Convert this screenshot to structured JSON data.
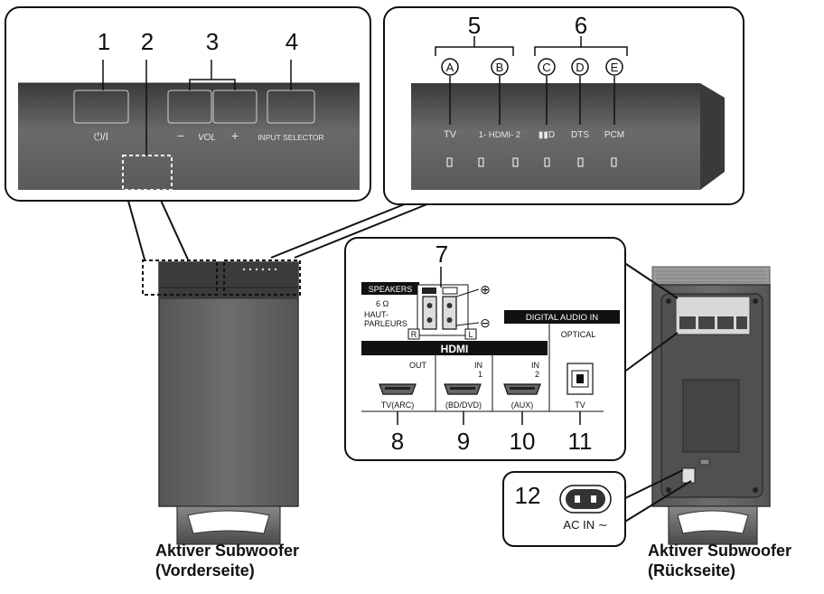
{
  "front_callouts": {
    "n1": "1",
    "n2": "2",
    "n3": "3",
    "n4": "4",
    "power_symbol": "⏻/I",
    "vol_minus": "−",
    "vol_label": "VOL",
    "vol_plus": "+",
    "input_selector": "INPUT SELECTOR"
  },
  "indicator_callouts": {
    "n5": "5",
    "n6": "6",
    "a": "A",
    "b": "B",
    "c": "C",
    "d": "D",
    "e": "E",
    "tv": "TV",
    "hdmi": "1- HDMI- 2",
    "dolby": "▮▮D",
    "dts": "DTS",
    "pcm": "PCM"
  },
  "rear_callouts": {
    "n7": "7",
    "n8": "8",
    "n9": "9",
    "n10": "10",
    "n11": "11",
    "n12": "12",
    "speakers": "SPEAKERS",
    "ohm": "6 Ω",
    "haut": "HAUT-",
    "parleurs": "PARLEURS",
    "r": "R",
    "l": "L",
    "plus_sym": "⊕",
    "minus_sym": "⊖",
    "digital_audio_in": "DIGITAL AUDIO IN",
    "optical": "OPTICAL",
    "hdmi_logo": "HDMI",
    "out": "OUT",
    "in": "IN",
    "in1": "1",
    "in2": "2",
    "tv_arc": "TV(ARC)",
    "bd_dvd": "(BD/DVD)",
    "aux": "(AUX)",
    "tv": "TV",
    "ac_in": "AC IN ∼"
  },
  "captions": {
    "front_line1": "Aktiver Subwoofer",
    "front_line2": "(Vorderseite)",
    "back_line1": "Aktiver Subwoofer",
    "back_line2": "(Rückseite)"
  }
}
